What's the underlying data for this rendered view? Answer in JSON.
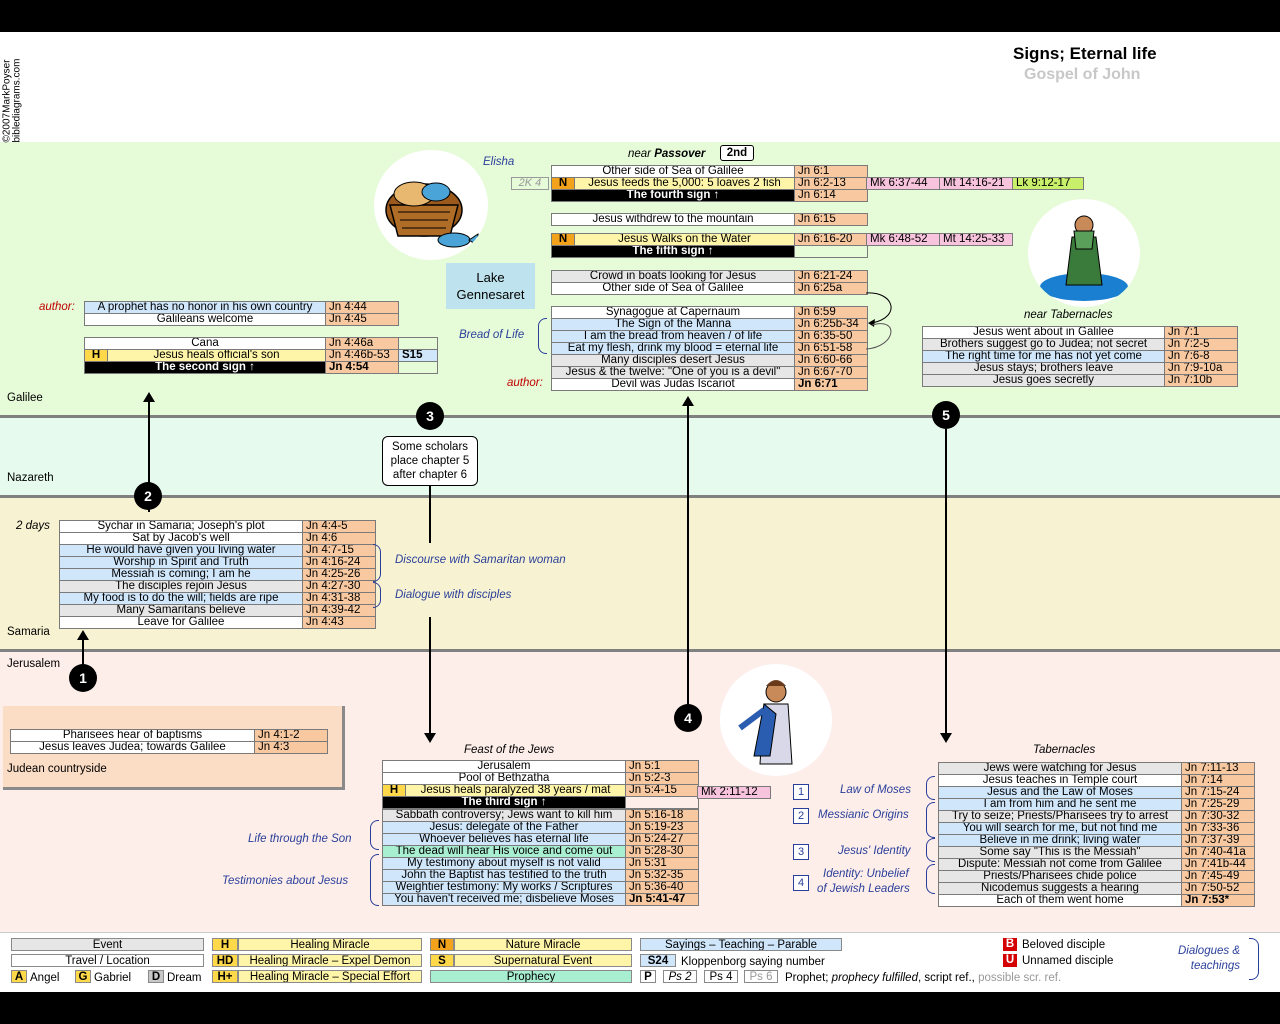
{
  "header": {
    "title": "Signs; Eternal life",
    "subtitle": "Gospel of John",
    "copyright": "©2007MarkPoyser",
    "site": "biblediagrams.com"
  },
  "regions": {
    "galilee": "Galilee",
    "nazareth": "Nazareth",
    "samaria": "Samaria",
    "jerusalem": "Jerusalem",
    "judean": "Judean countryside"
  },
  "markers": {
    "m1": "1",
    "m2": "2",
    "m3": "3",
    "m4": "4",
    "m5": "5"
  },
  "note": {
    "scholars": "Some scholars place chapter 5 after chapter 6"
  },
  "lake": {
    "line1": "Lake",
    "line2": "Gennesaret"
  },
  "passover": {
    "near": "near",
    "passover": "Passover",
    "second": "2nd"
  },
  "labels": {
    "author1": "author:",
    "author2": "author:",
    "elisha": "Elisha",
    "twoK4": "2K 4",
    "bread": "Bread of Life",
    "two_days": "2 days",
    "discourse": "Discourse with Samaritan woman",
    "dialogue": "Dialogue with disciples",
    "feast": "Feast of the Jews",
    "life_son": "Life through the Son",
    "testimonies": "Testimonies about Jesus",
    "near_tab": "near Tabernacles",
    "tabernacles": "Tabernacles",
    "law": "Law of Moses",
    "messianic": "Messianic Origins",
    "identity": "Jesus' Identity",
    "unbelief1": "Identity: Unbelief",
    "unbelief2": "of Jewish Leaders",
    "n1": "1",
    "n2": "2",
    "n3": "3",
    "n4": "4"
  },
  "judea": {
    "rows": [
      [
        "Pharisees hear of baptisms",
        "Jn 4:1-2"
      ],
      [
        "Jesus leaves Judea; towards Galilee",
        "Jn 4:3"
      ]
    ]
  },
  "samaria": {
    "rows": [
      [
        "Sychar in Samaria; Joseph's plot",
        "Jn 4:4-5"
      ],
      [
        "Sat by Jacob's well",
        "Jn 4:6"
      ],
      [
        "He would have given you living water",
        "Jn 4:7-15"
      ],
      [
        "Worship in Spirit and Truth",
        "Jn 4:16-24"
      ],
      [
        "Messiah is coming; I am he",
        "Jn 4:25-26"
      ],
      [
        "The disciples rejoin Jesus",
        "Jn 4:27-30"
      ],
      [
        "My food is to do the will; fields are ripe",
        "Jn 4:31-38"
      ],
      [
        "Many Samaritans believe",
        "Jn 4:39-42"
      ],
      [
        "Leave for Galilee",
        "Jn 4:43"
      ]
    ]
  },
  "galilee_a": {
    "rows": [
      [
        "A prophet has no honor in his own country",
        "Jn 4:44"
      ],
      [
        "Galileans welcome",
        "Jn 4:45"
      ]
    ]
  },
  "galilee_b": {
    "cana": "Cana",
    "cana_ref": "Jn 4:46a",
    "h": "H",
    "heal": "Jesus heals official's son",
    "heal_ref": "Jn 4:46b-53",
    "s15": "S15",
    "sign": "The second sign ↑",
    "sign_ref": "Jn 4:54"
  },
  "sea": {
    "r1": "Other side of Sea of Galilee",
    "r1_ref": "Jn 6:1",
    "n": "N",
    "r2": "Jesus feeds the 5,000: 5 loaves 2 fish",
    "r2_ref": "Jn 6:2-13",
    "mk": "Mk 6:37-44",
    "mt": "Mt 14:16-21",
    "lk": "Lk 9:12-17",
    "sign4": "The fourth sign ↑",
    "sign4_ref": "Jn 6:14"
  },
  "withdrew": {
    "text": "Jesus withdrew to the mountain",
    "ref": "Jn 6:15"
  },
  "walks": {
    "n": "N",
    "text": "Jesus Walks on the Water",
    "ref": "Jn 6:16-20",
    "mk": "Mk 6:48-52",
    "mt": "Mt 14:25-33",
    "sign5": "The fifth sign ↑"
  },
  "crowd": {
    "rows": [
      [
        "Crowd in boats looking for Jesus",
        "Jn 6:21-24"
      ],
      [
        "Other side of Sea of Galilee",
        "Jn 6:25a"
      ]
    ]
  },
  "capernaum": {
    "rows": [
      [
        "Synagogue at Capernaum",
        "Jn 6:59"
      ],
      [
        "The Sign of the Manna",
        "Jn 6:25b-34"
      ],
      [
        "I am the bread from heaven / of life",
        "Jn 6:35-50"
      ],
      [
        "Eat my flesh, drink my blood = eternal life",
        "Jn 6:51-58"
      ],
      [
        "Many disciples desert Jesus",
        "Jn 6:60-66"
      ],
      [
        "Jesus & the twelve: \"One of you is a devil\"",
        "Jn 6:67-70"
      ],
      [
        "Devil was Judas Iscariot",
        "Jn 6:71"
      ]
    ]
  },
  "tab_gal": {
    "rows": [
      [
        "Jesus went about in Galilee",
        "Jn 7:1"
      ],
      [
        "Brothers suggest go to Judea; not secret",
        "Jn 7:2-5"
      ],
      [
        "The right time for me has not yet come",
        "Jn 7:6-8"
      ],
      [
        "Jesus stays; brothers leave",
        "Jn 7:9-10a"
      ],
      [
        "Jesus goes secretly",
        "Jn 7:10b"
      ]
    ]
  },
  "feast": {
    "jer": "Jerusalem",
    "jer_ref": "Jn 5:1",
    "pool": "Pool of Bethzatha",
    "pool_ref": "Jn 5:2-3",
    "h": "H",
    "heal": "Jesus heals paralyzed 38 years / mat",
    "heal_ref": "Jn 5:4-15",
    "mk": "Mk 2:11-12",
    "sign3": "The third  sign ↑",
    "rows": [
      [
        "Sabbath controversy; Jews want to kill him",
        "Jn 5:16-18"
      ],
      [
        "Jesus: delegate of the Father",
        "Jn 5:19-23"
      ],
      [
        "Whoever believes has eternal life",
        "Jn 5:24-27"
      ],
      [
        "The dead will hear His voice and come out",
        "Jn 5:28-30"
      ],
      [
        "My testimony about myself is not valid",
        "Jn 5:31"
      ],
      [
        "John the Baptist has testified to the truth",
        "Jn 5:32-35"
      ],
      [
        "Weightier testimony: My works / Scriptures",
        "Jn 5:36-40"
      ],
      [
        "You haven't received me; disbelieve Moses",
        "Jn 5:41-47"
      ]
    ]
  },
  "tab_jer": {
    "rows": [
      [
        "Jews were watching for Jesus",
        "Jn 7:11-13"
      ],
      [
        "Jesus teaches in Temple court",
        "Jn 7:14"
      ],
      [
        "Jesus and the Law of Moses",
        "Jn 7:15-24"
      ],
      [
        "I am from him and he sent me",
        "Jn 7:25-29"
      ],
      [
        "Try to seize; Priests/Pharisees try to arrest",
        "Jn 7:30-32"
      ],
      [
        "You will search for me, but not find me",
        "Jn 7:33-36"
      ],
      [
        "Believe in me drink; living water",
        "Jn 7:37-39"
      ],
      [
        "Some say \"This is the Messiah\"",
        "Jn 7:40-41a"
      ],
      [
        "Dispute: Messiah not come from Galilee",
        "Jn 7:41b-44"
      ],
      [
        "Priests/Pharisees chide police",
        "Jn 7:45-49"
      ],
      [
        "Nicodemus suggests a hearing",
        "Jn 7:50-52"
      ],
      [
        "Each of them went home",
        "Jn 7:53*"
      ]
    ]
  },
  "legend": {
    "event": "Event",
    "travel": "Travel / Location",
    "a": "A",
    "angel": "Angel",
    "g": "G",
    "gabriel": "Gabriel",
    "d": "D",
    "dream": "Dream",
    "h": "H",
    "heal": "Healing Miracle",
    "hd": "HD",
    "hd_t": "Healing Miracle – Expel Demon",
    "hp": "H+",
    "hp_t": "Healing Miracle – Special Effort",
    "n": "N",
    "nature": "Nature Miracle",
    "s": "S",
    "super": "Supernatural Event",
    "prophecy": "Prophecy",
    "sayings": "Sayings – Teaching – Parable",
    "s24": "S24",
    "kloppen": "Kloppenborg saying number",
    "p": "P",
    "ps2": "Ps 2",
    "ps4": "Ps 4",
    "ps6": "Ps 6",
    "prophet": "Prophet; ",
    "fulfilled": "prophecy fulfilled",
    "script": ", script ref., ",
    "possible": "possible scr. ref.",
    "b": "B",
    "beloved": "Beloved disciple",
    "u": "U",
    "unnamed": "Unnamed disciple",
    "dialogues": "Dialogues &",
    "teachings": "teachings"
  },
  "colors": {
    "galilee": "#e6fbd8",
    "nazareth": "#e6fbee",
    "samaria": "#f7f2d2",
    "jerusalem": "#fdeeea",
    "ref": "#f8c9a0",
    "say": "#cfe6fb",
    "pro": "#a8efd2"
  }
}
